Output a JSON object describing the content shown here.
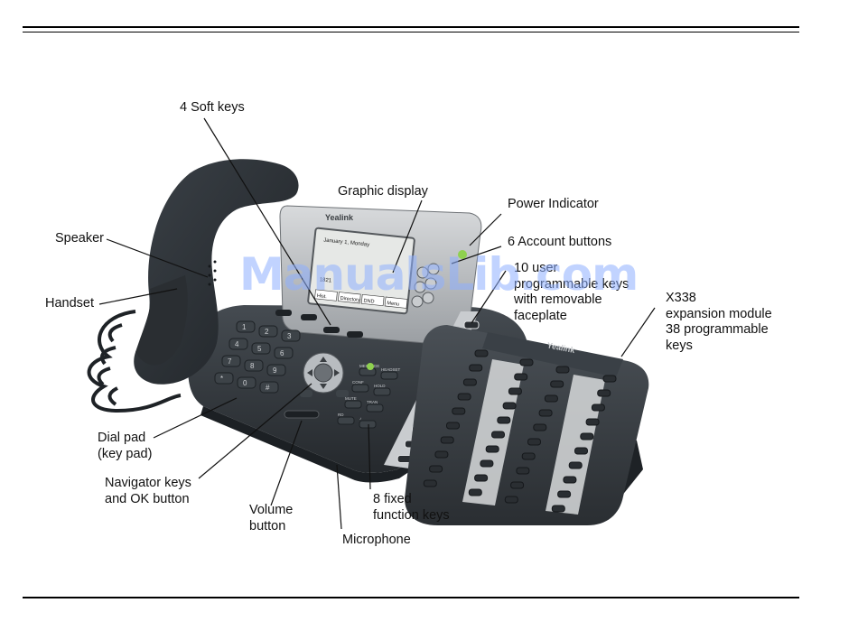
{
  "labels": {
    "soft_keys": "4 Soft keys",
    "graphic_display": "Graphic display",
    "power_indicator": "Power Indicator",
    "account_buttons": "6 Account buttons",
    "programmable_keys": "10 user\nprogrammable keys\nwith removable\nfaceplate",
    "expansion_module": "X338\nexpansion module\n38 programmable\nkeys",
    "speaker": "Speaker",
    "handset": "Handset",
    "dial_pad": "Dial pad\n(key pad)",
    "navigator": "Navigator keys\nand OK button",
    "volume": "Volume\nbutton",
    "fixed_keys": "8 fixed\nfunction keys",
    "microphone": "Microphone"
  },
  "phone": {
    "brand": "Yealink",
    "screen_date": "January 1, Monday",
    "screen_number": "1821",
    "softkeys": [
      "Hist.",
      "Directory",
      "DND",
      "Menu"
    ],
    "dialpad": [
      "1",
      "2",
      "3",
      "4",
      "5",
      "6",
      "7",
      "8",
      "9",
      "*",
      "0",
      "#"
    ],
    "function_keys": [
      "MESSAGE",
      "HEADSET",
      "CONF",
      "HOLD",
      "MUTE",
      "TRAN",
      "RD",
      "♪"
    ]
  },
  "module": {
    "brand": "Yealink"
  },
  "watermark": "ManualsLib.com",
  "colors": {
    "body": "#2e3338",
    "dark": "#1c2024",
    "key": "#3d4348",
    "led": "#8fd14f",
    "screen": "#e6e8e6"
  }
}
